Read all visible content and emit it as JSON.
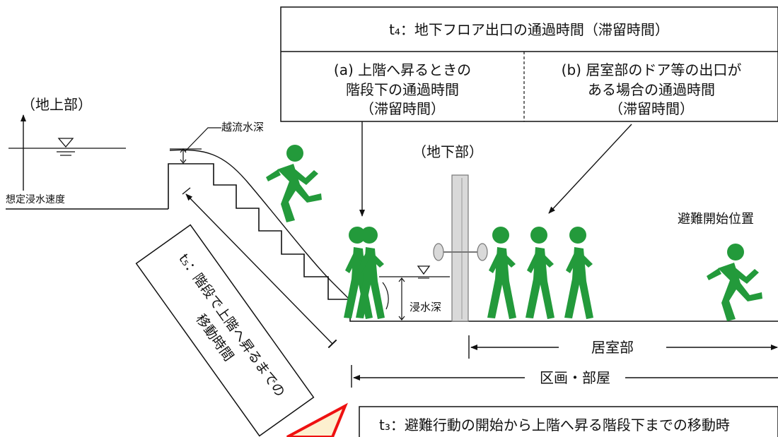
{
  "header_box": {
    "title": "t₄：地下フロア出口の通過時間（滞留時間）",
    "col_a": [
      "(a) 上階へ昇るときの",
      "階段下の通過時間",
      "（滞留時間）"
    ],
    "col_b": [
      "(b) 居室部のドア等の出口が",
      "ある場合の通過時間",
      "（滞留時間）"
    ]
  },
  "labels": {
    "above_ground": "（地上部）",
    "overflow_depth": "越流水深",
    "expected_flood_speed": "想定浸水速度",
    "underground": "（地下部）",
    "evacuation_start": "避難開始位置",
    "flood_depth": "浸水深",
    "room_part": "居室部",
    "section_room": "区画・部屋"
  },
  "t5_box": [
    "t₅：階段で上階へ昇るまでの",
    "移動時間"
  ],
  "t3_box": "t₃：避難行動の開始から上階へ昇る階段下までの移動時",
  "colors": {
    "figure_green": "#239a3b",
    "line": "#111111",
    "callout_red": "#ee1111",
    "callout_fill": "#fdf0cf"
  },
  "icons": {
    "runner": "running-person-icon",
    "walker": "walking-person-icon",
    "water_level": "water-level-triangle-icon",
    "door": "door-panel-icon"
  }
}
